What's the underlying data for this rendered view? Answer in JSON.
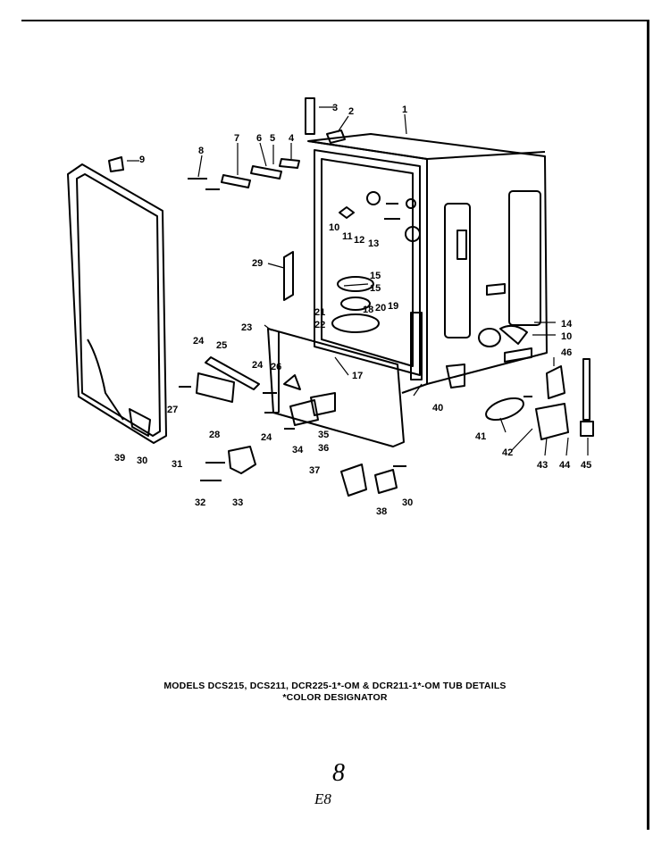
{
  "caption": {
    "line1": "MODELS DCS215, DCS211, DCR225-1*-OM & DCR211-1*-OM TUB DETAILS",
    "line2": "*COLOR DESIGNATOR"
  },
  "page_number": "8",
  "reference_code": "E8",
  "callouts": {
    "c1": "1",
    "c2": "2",
    "c3": "3",
    "c4": "4",
    "c5": "5",
    "c6": "6",
    "c7": "7",
    "c8": "8",
    "c9": "9",
    "c10": "10",
    "c10b": "10",
    "c11": "11",
    "c12": "12",
    "c13": "13",
    "c14": "14",
    "c15": "15",
    "c15b": "15",
    "c17": "17",
    "c18": "18",
    "c19": "19",
    "c20": "20",
    "c21": "21",
    "c22": "22",
    "c23": "23",
    "c24a": "24",
    "c24b": "24",
    "c24c": "24",
    "c25": "25",
    "c26": "26",
    "c27": "27",
    "c28": "28",
    "c29": "29",
    "c30": "30",
    "c30b": "30",
    "c31": "31",
    "c32": "32",
    "c33": "33",
    "c34": "34",
    "c35": "35",
    "c36": "36",
    "c37": "37",
    "c38": "38",
    "c39": "39",
    "c40": "40",
    "c41": "41",
    "c42": "42",
    "c43": "43",
    "c44": "44",
    "c45": "45",
    "c46": "46"
  }
}
